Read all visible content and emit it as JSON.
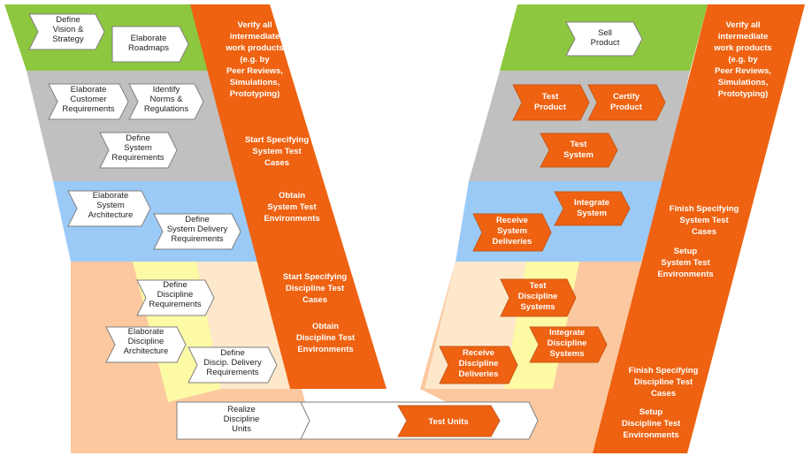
{
  "colors": {
    "green": "#8dc73f",
    "gray": "#c0c0c0",
    "blue": "#9bcaf7",
    "peach": "#fbc8a0",
    "light_peach": "#fde8cc",
    "yellow": "#fdfaa6",
    "orange": "#ee6211"
  },
  "left": {
    "define_vision": [
      "Define",
      "Vision &",
      "Strategy"
    ],
    "elaborate_roadmaps": [
      "Elaborate",
      "Roadmaps"
    ],
    "elaborate_customer_req": [
      "Elaborate",
      "Customer",
      "Requirements"
    ],
    "identify_norms": [
      "Identify",
      "Norms &",
      "Regulations"
    ],
    "define_system_req": [
      "Define",
      "System",
      "Requirements"
    ],
    "elaborate_system_arch": [
      "Elaborate",
      "System",
      "Architecture"
    ],
    "define_system_delivery": [
      "Define",
      "System Delivery",
      "Requirements"
    ],
    "define_discipline_req": [
      "Define",
      "Discipline",
      "Requirements"
    ],
    "elaborate_discipline_arch": [
      "Elaborate",
      "Discipline",
      "Architecture"
    ],
    "define_discip_delivery": [
      "Define",
      "Discip. Delivery",
      "Requirements"
    ],
    "realize_units": [
      "Realize",
      "Discipline",
      "Units"
    ],
    "test_units": [
      "Test Units"
    ]
  },
  "left_band": {
    "verify": [
      "Verify all",
      "intermediate",
      "work products",
      "(e.g. by",
      "Peer Reviews,",
      "Simulations,",
      "Prototyping)"
    ],
    "start_spec_system": [
      "Start Specifying",
      "System Test",
      "Cases"
    ],
    "obtain_system": [
      "Obtain",
      "System Test",
      "Environments"
    ],
    "start_spec_discipline": [
      "Start Specifying",
      "Discipline Test",
      "Cases"
    ],
    "obtain_discipline": [
      "Obtain",
      "Discipline Test",
      "Environments"
    ]
  },
  "right": {
    "sell_product": [
      "Sell",
      "Product"
    ],
    "test_product": [
      "Test",
      "Product"
    ],
    "certify_product": [
      "Certify",
      "Product"
    ],
    "test_system": [
      "Test",
      "System"
    ],
    "integrate_system": [
      "Integrate",
      "System"
    ],
    "receive_system": [
      "Receive",
      "System",
      "Deliveries"
    ],
    "test_discipline": [
      "Test",
      "Discipline",
      "Systems"
    ],
    "integrate_discipline": [
      "Integrate",
      "Discipline",
      "Systems"
    ],
    "receive_discipline": [
      "Receive",
      "Discipline",
      "Deliveries"
    ]
  },
  "right_band": {
    "verify": [
      "Verify all",
      "intermediate",
      "work products",
      "(e.g. by",
      "Peer Reviews,",
      "Simulations,",
      "Prototyping)"
    ],
    "finish_spec_system": [
      "Finish Specifying",
      "System Test",
      "Cases"
    ],
    "setup_system": [
      "Setup",
      "System Test",
      "Environments"
    ],
    "finish_spec_discipline": [
      "Finish Specifying",
      "Discipline Test",
      "Cases"
    ],
    "setup_discipline": [
      "Setup",
      "Discipline Test",
      "Environments"
    ]
  }
}
